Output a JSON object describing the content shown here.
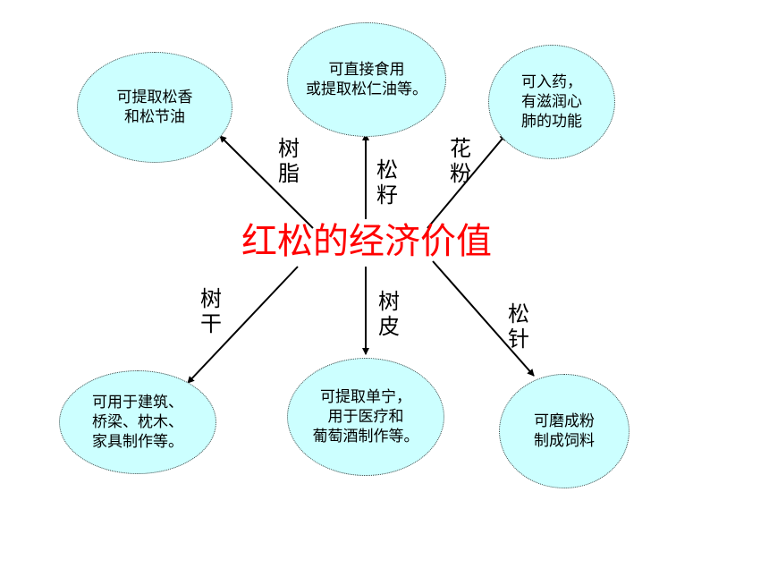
{
  "title": "红松的经济价值",
  "colors": {
    "title": "#ff0000",
    "node_fill": "#ccffff",
    "line": "#000000"
  },
  "nodes": [
    {
      "id": "top-left",
      "text": "可提取松香\n和松节油"
    },
    {
      "id": "top-center",
      "text": "可直接食用\n或提取松仁油等。"
    },
    {
      "id": "top-right",
      "text": "可入药，\n有滋润心\n肺的功能"
    },
    {
      "id": "bottom-left",
      "text": "可用于建筑、\n桥梁、枕木、\n家具制作等。"
    },
    {
      "id": "bottom-center",
      "text": "可提取单宁，\n用于医疗和\n葡萄酒制作等。"
    },
    {
      "id": "bottom-right",
      "text": "可磨成粉\n制成饲料"
    }
  ],
  "edge_labels": {
    "resin": "树脂",
    "seed": "松籽",
    "pollen": "花粉",
    "trunk": "树干",
    "bark": "树皮",
    "needle": "松针"
  }
}
